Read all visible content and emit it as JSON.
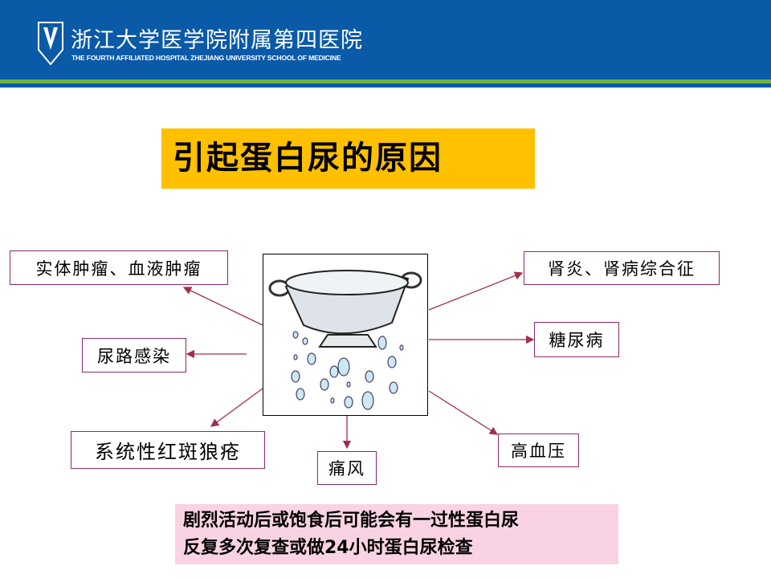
{
  "header": {
    "hospital_cn": "浙江大学医学院附属第四医院",
    "hospital_en": "THE FOURTH AFFILIATED HOSPITAL ZHEJIANG UNIVERSITY SCHOOL OF MEDICINE"
  },
  "title": "引起蛋白尿的原因",
  "causes": {
    "tumor": "实体肿瘤、血液肿瘤",
    "uti": "尿路感染",
    "sle": "系统性红斑狼疮",
    "gout": "痛风",
    "nephritis": "肾炎、肾病综合征",
    "diabetes": "糖尿病",
    "hypertension": "高血压"
  },
  "note": {
    "line1": "剧烈活动后或饱食后可能会有一过性蛋白尿",
    "line2": "反复多次复查或做24小时蛋白尿检查"
  },
  "colors": {
    "header": "#0a5aa8",
    "accent_green": "#6db33f",
    "title_bg": "#ffc000",
    "arrow": "#a0304a",
    "note_bg": "#f9d3e3"
  }
}
